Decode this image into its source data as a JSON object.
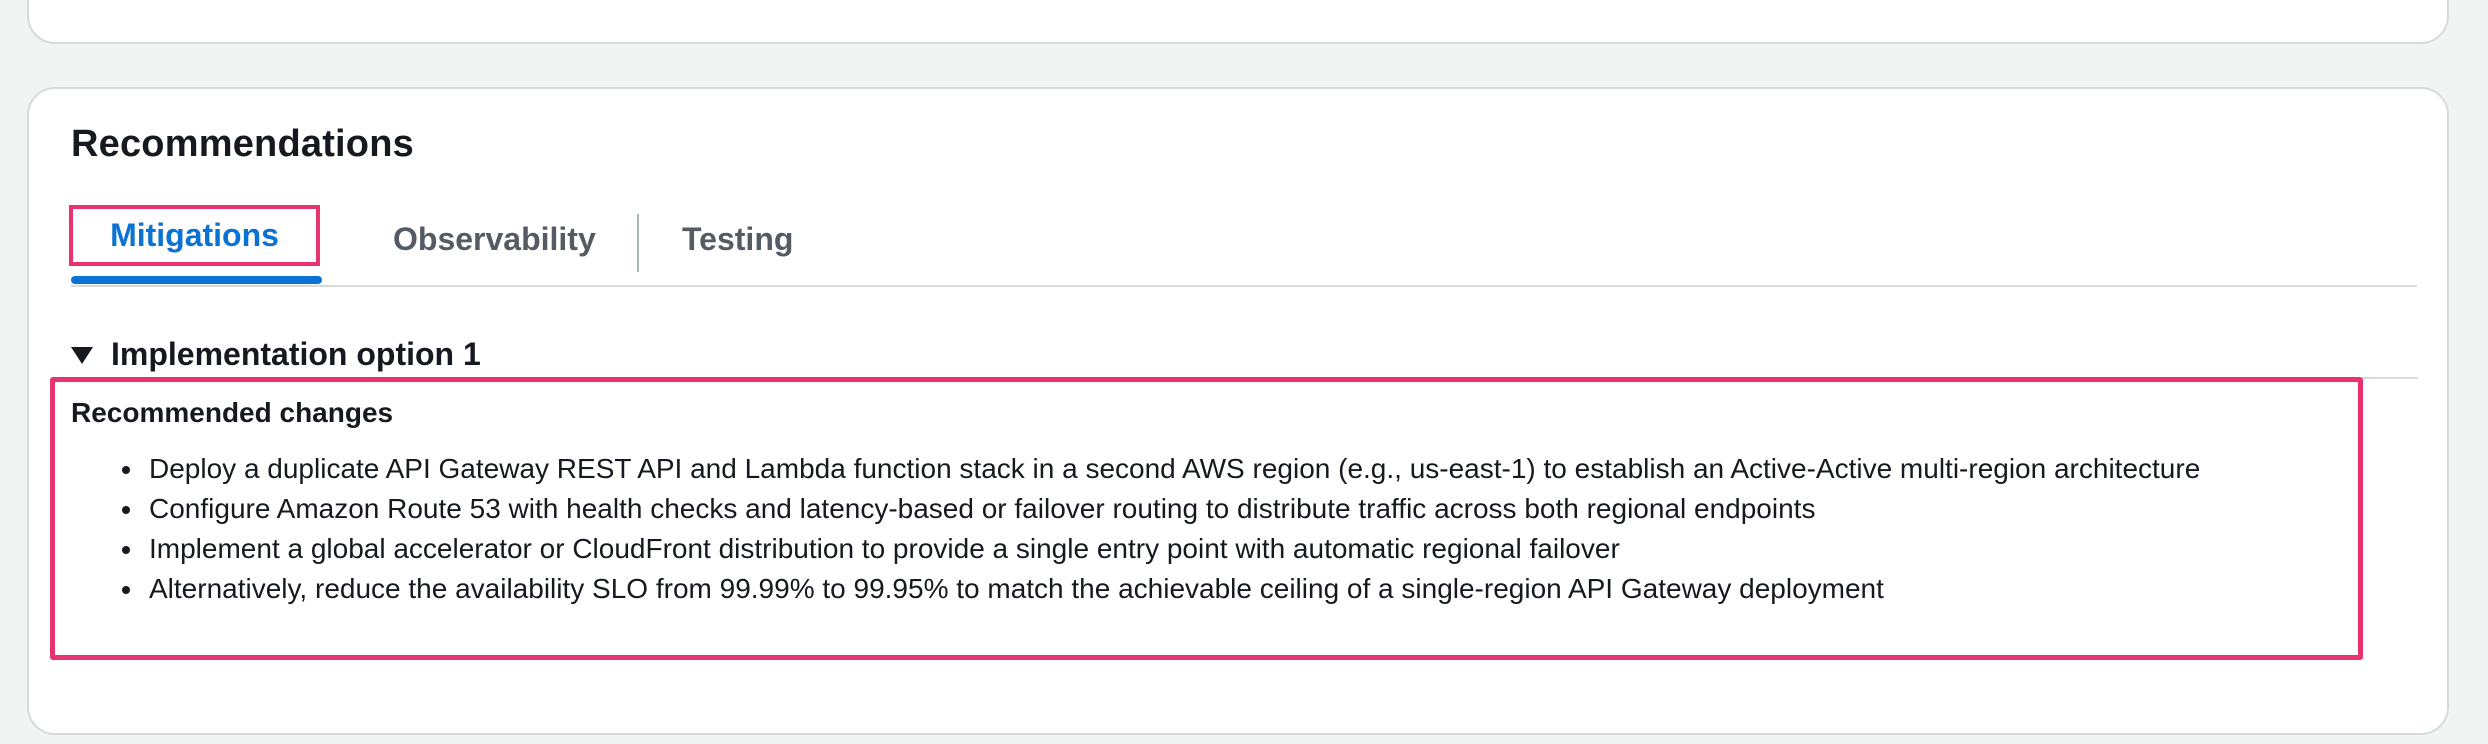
{
  "panel": {
    "title": "Recommendations"
  },
  "tabs": [
    {
      "label": "Mitigations",
      "active": true
    },
    {
      "label": "Observability",
      "active": false
    },
    {
      "label": "Testing",
      "active": false
    }
  ],
  "expander": {
    "label": "Implementation option 1",
    "expanded": true
  },
  "content": {
    "heading": "Recommended changes",
    "items": [
      "Deploy a duplicate API Gateway REST API and Lambda function stack in a second AWS region (e.g., us-east-1) to establish an Active-Active multi-region architecture",
      "Configure Amazon Route 53 with health checks and latency-based or failover routing to distribute traffic across both regional endpoints",
      "Implement a global accelerator or CloudFront distribution to provide a single entry point with automatic regional failover",
      "Alternatively, reduce the availability SLO from 99.99% to 99.95% to match the achievable ceiling of a single-region API Gateway deployment"
    ]
  },
  "colors": {
    "accent": "#0972d3",
    "highlight": "#e8336e",
    "text": "#16191f",
    "muted": "#545b64",
    "border": "#d5dbdb"
  },
  "icons": {
    "expander": "caret-down-icon"
  }
}
